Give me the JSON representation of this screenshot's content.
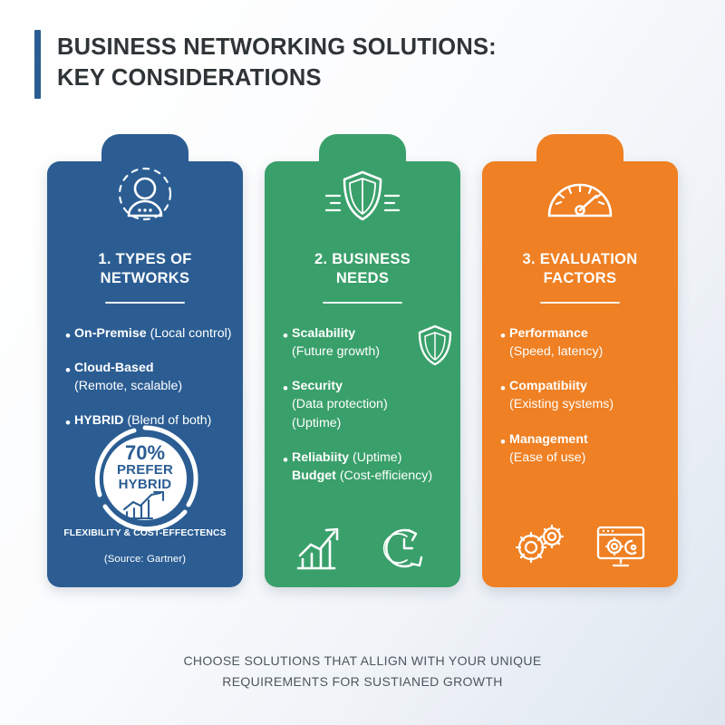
{
  "header": {
    "title": "BUSINESS NETWORKING SOLUTIONS:\nKEY CONSIDERATIONS",
    "accent_color": "#2b5d93"
  },
  "colors": {
    "blue": "#2b5d93",
    "green": "#3aa06b",
    "orange": "#ef8023",
    "background": "#eef2f7",
    "text_dark": "#2f3437",
    "footer_text": "#4c565e"
  },
  "cards": [
    {
      "id": "types-of-networks",
      "color": "#2b5d93",
      "theme": "blue",
      "header_icon": "user-profile-icon",
      "title": "1. TYPES OF\nNETWORKS",
      "bullets": [
        {
          "label": "On-Premise",
          "detail": "(Local control)"
        },
        {
          "label": "Cloud-Based",
          "detail": "(Remote, scalable)",
          "wrap": true
        },
        {
          "label": "HYBRID",
          "detail": "(Blend of both)"
        }
      ],
      "stat": {
        "number": "70%",
        "line1": "PREFER",
        "line2": "HYBRID",
        "icon": "growth-bar-chart-icon"
      },
      "caption": "FLEXIBILITY & COST-EFFECTENCS\n(Source: Gartner)",
      "caption_source": "(Source: Gartner)",
      "caption_main": "FLEXIBILITY & COST-EFFECTENCS"
    },
    {
      "id": "business-needs",
      "color": "#3aa06b",
      "theme": "green",
      "header_icon": "shield-speed-icon",
      "title": "2. BUSINESS\nNEEDS",
      "bullets": [
        {
          "label": "Scalability",
          "detail": "(Future growth)",
          "wrap": true
        },
        {
          "label": "Security",
          "detail": "(Data protection)",
          "detail2": "(Uptime)",
          "wrap": true
        },
        {
          "label": "Reliabiity",
          "detail": "(Uptime)",
          "label2": "Budget",
          "detail3": "(Cost-efficiency)"
        }
      ],
      "inline_icon": "shield-icon",
      "foot_icons": [
        "growth-bar-chart-icon",
        "clock-refresh-icon"
      ]
    },
    {
      "id": "evaluation-factors",
      "color": "#ef8023",
      "theme": "orange",
      "header_icon": "speedometer-gauge-icon",
      "title": "3. EVALUATION\nFACTORS",
      "bullets": [
        {
          "label": "Performance",
          "detail": "(Speed, latency)",
          "wrap": true
        },
        {
          "label": "Compatibiity",
          "detail": "(Existing systems)",
          "wrap": true
        },
        {
          "label": "Management",
          "detail": "(Ease of use)",
          "wrap": true
        }
      ],
      "foot_icons": [
        "gears-icon",
        "monitor-settings-icon"
      ]
    }
  ],
  "footer": {
    "text": "CHOOSE SOLUTIONS THAT ALLIGN WITH YOUR UNIQUE\nREQUIREMENTS FOR SUSTIANED GROWTH"
  }
}
